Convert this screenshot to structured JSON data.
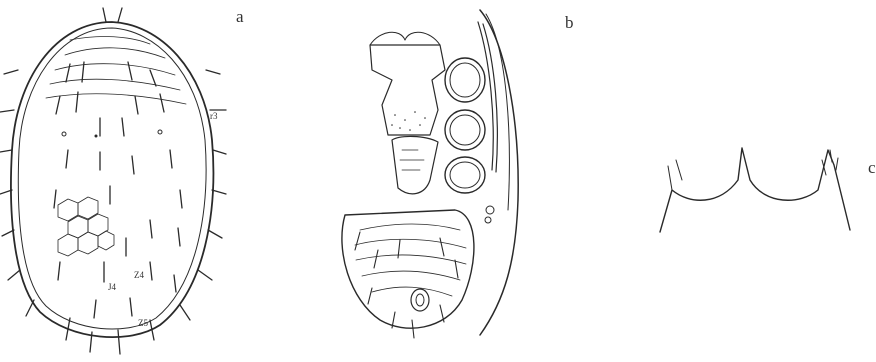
{
  "figure": {
    "panels": [
      {
        "letter": "a",
        "subject": "dorsal-shield",
        "annotations": [
          "r3",
          "J4",
          "Z4",
          "Z5"
        ]
      },
      {
        "letter": "b",
        "subject": "ventral-view",
        "annotations": []
      },
      {
        "letter": "c",
        "subject": "tectum-outline",
        "annotations": []
      }
    ],
    "colors": {
      "ink": "#2a2a2a",
      "background": "#ffffff"
    }
  }
}
